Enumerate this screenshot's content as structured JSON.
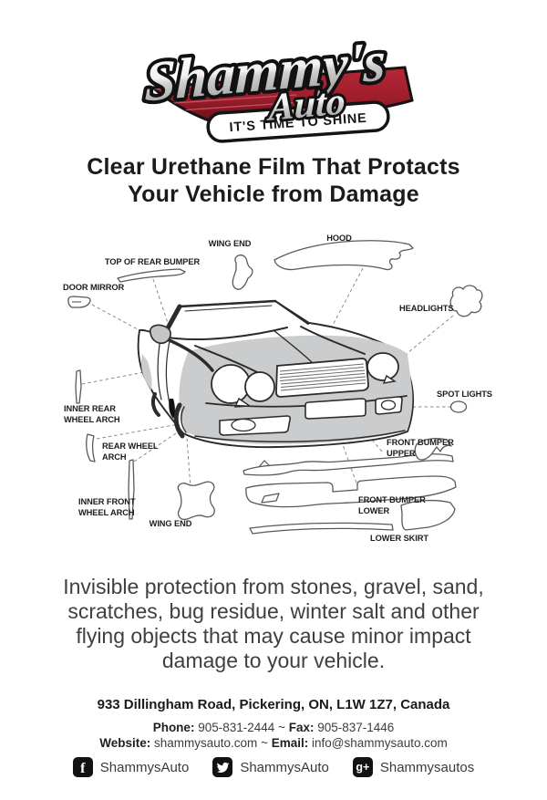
{
  "logo": {
    "brand_top": "Shammy's",
    "brand_bottom": "Auto",
    "tagline": "IT'S TIME TO SHINE"
  },
  "heading": {
    "line1": "Clear Urethane Film That Protacts",
    "line2": "Your Vehicle from Damage"
  },
  "diagram": {
    "labels": {
      "top_of_rear_bumper": "TOP OF REAR BUMPER",
      "wing_end_top": "WING END",
      "hood": "HOOD",
      "door_mirror": "DOOR MIRROR",
      "headlights": "HEADLIGHTS",
      "spot_lights": "SPOT LIGHTS",
      "inner_rear_wheel_arch_1": "INNER REAR",
      "inner_rear_wheel_arch_2": "WHEEL ARCH",
      "rear_wheel_arch_1": "REAR WHEEL",
      "rear_wheel_arch_2": "ARCH",
      "front_bumper_upper_1": "FRONT BUMPER",
      "front_bumper_upper_2": "UPPER",
      "inner_front_wheel_arch_1": "INNER FRONT",
      "inner_front_wheel_arch_2": "WHEEL ARCH",
      "wing_end_bottom": "WING END",
      "front_bumper_lower_1": "FRONT BUMPER",
      "front_bumper_lower_2": "LOWER",
      "lower_skirt": "LOWER SKIRT"
    }
  },
  "body_text": {
    "line1": "Invisible protection from stones, gravel, sand,",
    "line2": "scratches, bug residue, winter salt and other",
    "line3": "flying objects that may cause minor impact",
    "line4": "damage to your vehicle."
  },
  "footer": {
    "address": "933 Dillingham Road, Pickering, ON, L1W 1Z7, Canada",
    "phone_label": "Phone:",
    "phone_value": "905-831-2444",
    "fax_label": "Fax:",
    "fax_value": "905-837-1446",
    "website_label": "Website:",
    "website_value": "shammysauto.com",
    "email_label": "Email:",
    "email_value": "info@shammysauto.com",
    "separator": "~"
  },
  "social": [
    {
      "network": "facebook",
      "handle": "ShammysAuto"
    },
    {
      "network": "twitter",
      "handle": "ShammysAuto"
    },
    {
      "network": "google-plus",
      "handle": "Shammysautos"
    }
  ],
  "colors": {
    "logo_red": "#9e1d2c",
    "logo_red_dark": "#5f0f16",
    "chrome_light": "#fdfdfd",
    "chrome_dark": "#9a9a9a",
    "ink": "#1d1d1b",
    "paragraph_gray": "#3f3f3f",
    "diagram_shade_gray": "#cbcccd",
    "icon_black": "#121212"
  }
}
